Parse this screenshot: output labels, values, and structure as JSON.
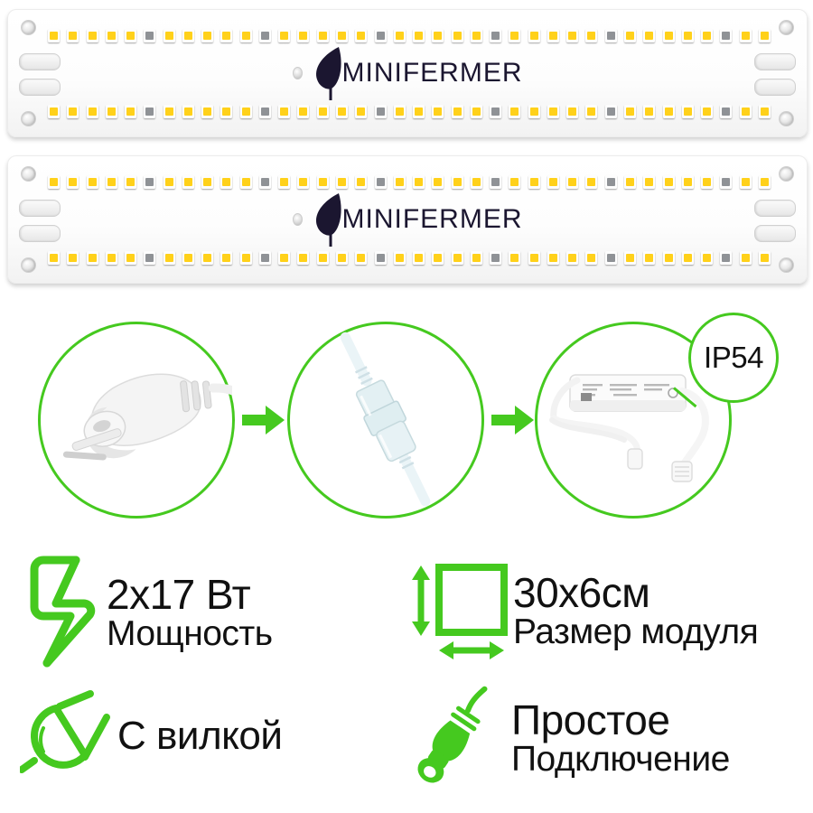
{
  "theme": {
    "green": "#45C91F",
    "led_warm": "#FFD11A",
    "led_cool": "#8F9296",
    "text": "#111111",
    "background": "#FFFFFF"
  },
  "boards": {
    "count": 2,
    "brand": "MINIFERMER",
    "leds_per_row": 38,
    "cool_led_every": 6,
    "items": [
      {
        "id": "board-1",
        "brand": "MINIFERMER"
      },
      {
        "id": "board-2",
        "brand": "MINIFERMER"
      }
    ]
  },
  "process": {
    "steps": [
      {
        "id": "plug",
        "icon": "power-plug-photo",
        "label": ""
      },
      {
        "id": "connector",
        "icon": "cable-connector-photo",
        "label": ""
      },
      {
        "id": "driver",
        "icon": "led-driver-photo",
        "label": ""
      }
    ],
    "badge": {
      "label": "IP54"
    },
    "arrows": 2
  },
  "features": [
    {
      "id": "power",
      "icon": "lightning-bolt-icon",
      "title": "2x17 Вт",
      "subtitle": "Мощность"
    },
    {
      "id": "size",
      "icon": "dimensions-square-icon",
      "title": "30x6см",
      "subtitle": "Размер модуля"
    },
    {
      "id": "plug",
      "icon": "power-plug-icon",
      "title": "С вилкой",
      "subtitle": ""
    },
    {
      "id": "easy-connection",
      "icon": "connector-plug-icon",
      "title": "Простое",
      "subtitle": "Подключение"
    }
  ]
}
